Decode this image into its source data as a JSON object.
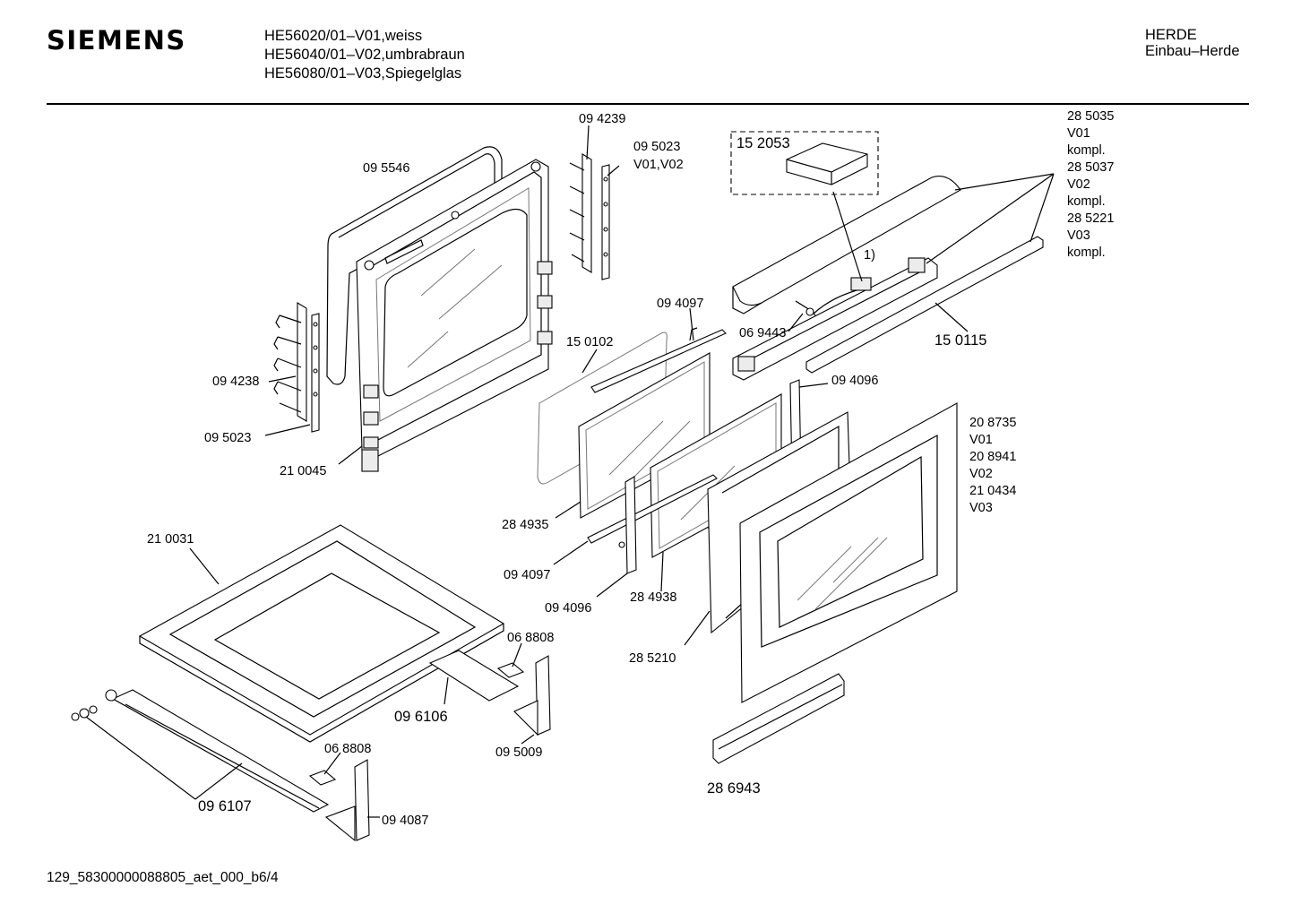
{
  "header": {
    "brand": "SIEMENS",
    "models": [
      "HE56020/01–V01,weiss",
      "HE56040/01–V02,umbrabraun",
      "HE56080/01–V03,Spiegelglas"
    ],
    "category": [
      "HERDE",
      "Einbau–Herde"
    ]
  },
  "parts": {
    "p094239": "09 4239",
    "p095023a": "09 5023",
    "p095023a_var": "V01,V02",
    "p095546": "09 5546",
    "p094238": "09 4238",
    "p095023b": "09 5023",
    "p210045": "21 0045",
    "p152053": "15 2053",
    "p285035_group": [
      "28 5035",
      "V01",
      "kompl.",
      "28 5037",
      "V02",
      "kompl.",
      "28 5221",
      "V03",
      "kompl."
    ],
    "note1": "1)",
    "p094097a": "09 4097",
    "p069443": "06 9443",
    "p150115": "15 0115",
    "p150102": "15 0102",
    "p094096a": "09 4096",
    "p208735_group": [
      "20 8735",
      "V01",
      "20 8941",
      "V02",
      "21 0434",
      "V03"
    ],
    "p284935": "28 4935",
    "p210031": "21 0031",
    "p094097b": "09 4097",
    "p094096b": "09 4096",
    "p284938": "28 4938",
    "p285210": "28 5210",
    "p068808a": "06 8808",
    "p096106": "09 6106",
    "p095009": "09 5009",
    "p068808b": "06 8808",
    "p096107": "09 6107",
    "p094087": "09 4087",
    "p286943": "28 6943"
  },
  "footer": {
    "doc_id": "129_58300000088805_aet_000_b6/4"
  }
}
